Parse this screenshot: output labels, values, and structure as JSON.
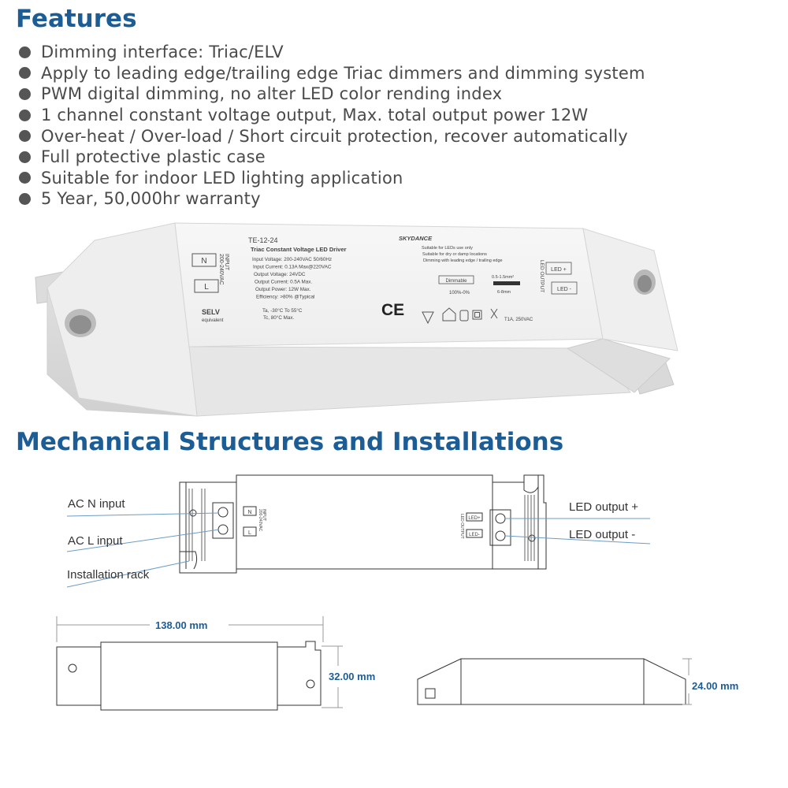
{
  "features": {
    "title": "Features",
    "items": [
      "Dimming interface: Triac/ELV",
      "Apply to leading edge/trailing edge Triac dimmers and dimming system",
      "PWM digital dimming, no alter LED color rending index",
      "1 channel constant voltage output, Max. total output power 12W",
      "Over-heat / Over-load / Short circuit protection, recover automatically",
      "Full protective plastic case",
      "Suitable for indoor LED lighting application",
      "5 Year, 50,000hr warranty"
    ]
  },
  "product_label": {
    "model": "TE-12-24",
    "name": "Triac Constant Voltage LED Driver",
    "specs": [
      "Input Voltage: 200-240VAC  50/60Hz",
      "Input Current: 0.13A Max@220VAC",
      "Output Voltage: 24VDC",
      "Output Current: 0.5A Max.",
      "Output Power: 12W Max.",
      "Efficiency: >80% @Typical"
    ],
    "brand": "SKYDANCE",
    "notes": [
      "Suitable for LEDs use only",
      "Suitable for dry or damp locations",
      "Dimming with leading edge / trailing edge"
    ],
    "dimmable": "Dimmable",
    "dim_range": "100%-0%",
    "wire_gauge": "0.5-1.5mm²",
    "strip_length": "6-8mm",
    "fuse": "T1A, 250VAC",
    "input_n": "N",
    "input_l": "L",
    "input_label": "INPUT",
    "input_voltage": "200-240VAC",
    "selv": "SELV",
    "selv_sub": "equivalent",
    "ta": "Ta, -30°C To 55°C",
    "tc": "Tc, 80°C Max.",
    "ce": "CE",
    "output_label": "LED OUTPUT",
    "led_plus": "LED +",
    "led_minus": "LED -"
  },
  "mechanical": {
    "title": "Mechanical Structures and Installations",
    "ac_n": "AC N input",
    "ac_l": "AC L input",
    "rack": "Installation rack",
    "led_out_plus": "LED output +",
    "led_out_minus": "LED output -",
    "dim_length": "138.00 mm",
    "dim_width": "32.00 mm",
    "dim_height": "24.00 mm",
    "small_n": "N",
    "small_l": "L",
    "small_input": "INPUT",
    "small_voltage": "200-240VAC",
    "small_output": "LED OUTPUT",
    "small_plus": "LED+",
    "small_minus": "LED-"
  },
  "colors": {
    "heading": "#1d5d96",
    "dimension_text": "#1d5d96",
    "leader_line": "#6b9cc8"
  }
}
